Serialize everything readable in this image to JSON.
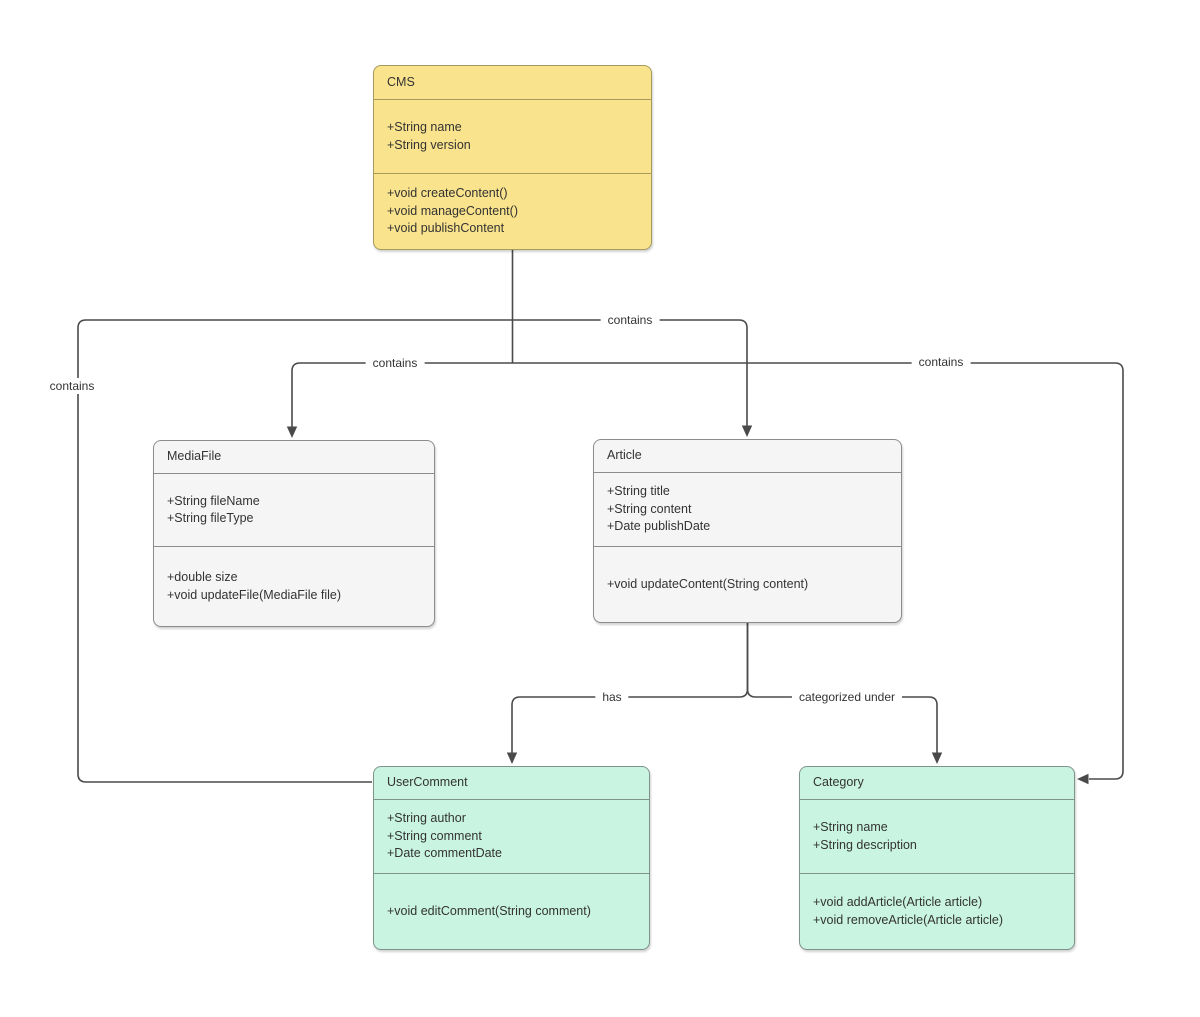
{
  "colors": {
    "canvas": "#FFFFFF",
    "line": "#4A4A4A",
    "text": "#333333",
    "cms_fill": "#F9E38C",
    "cms_border": "#A69B5B",
    "neutral_fill": "#F5F5F5",
    "neutral_border": "#8C8C8C",
    "mint_fill": "#C9F4E1",
    "mint_border": "#7E948B"
  },
  "classes": [
    {
      "name": "CMS",
      "attributes": [
        "+String name",
        "+String version"
      ],
      "methods": [
        "+void createContent()",
        "+void manageContent()",
        "+void publishContent"
      ]
    },
    {
      "name": "MediaFile",
      "attributes": [
        "+String fileName",
        "+String fileType"
      ],
      "methods": [
        "+double size",
        "+void updateFile(MediaFile file)"
      ]
    },
    {
      "name": "Article",
      "attributes": [
        "+String title",
        "+String content",
        "+Date publishDate"
      ],
      "methods": [
        "+void updateContent(String content)"
      ]
    },
    {
      "name": "UserComment",
      "attributes": [
        "+String author",
        "+String comment",
        "+Date commentDate"
      ],
      "methods": [
        "+void editComment(String comment)"
      ]
    },
    {
      "name": "Category",
      "attributes": [
        "+String name",
        "+String description"
      ],
      "methods": [
        "+void addArticle(Article article)",
        "+void removeArticle(Article article)"
      ]
    }
  ],
  "connectors": [
    {
      "from": "CMS",
      "to": "UserComment",
      "label": "contains"
    },
    {
      "from": "CMS",
      "to": "Article",
      "label": "contains"
    },
    {
      "from": "CMS",
      "to": "MediaFile",
      "label": "contains"
    },
    {
      "from": "CMS",
      "to": "Category",
      "label": "contains"
    },
    {
      "from": "Article",
      "to": "UserComment",
      "label": "has"
    },
    {
      "from": "Article",
      "to": "Category",
      "label": "categorized under"
    }
  ]
}
